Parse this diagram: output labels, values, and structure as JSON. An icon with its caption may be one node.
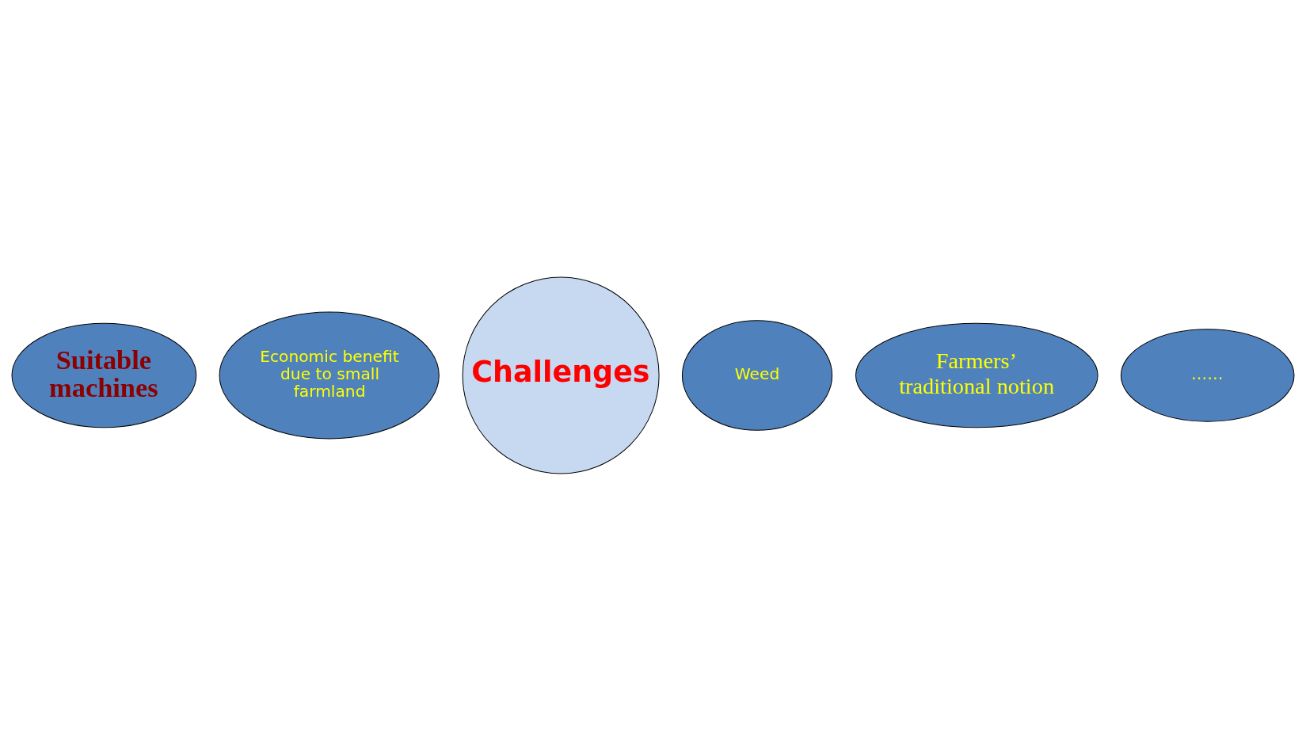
{
  "diagram": {
    "nodes": [
      {
        "text": [
          "Suitable machines"
        ]
      },
      {
        "text": [
          "Farmers’ traditional notion"
        ]
      },
      {
        "text": [
          "Challenges"
        ]
      },
      {
        "text": [
          "Economic benefit due to small farmland"
        ]
      },
      {
        "text": [
          "Weed"
        ]
      },
      {
        "text": [
          "……"
        ]
      }
    ],
    "edges": []
  }
}
